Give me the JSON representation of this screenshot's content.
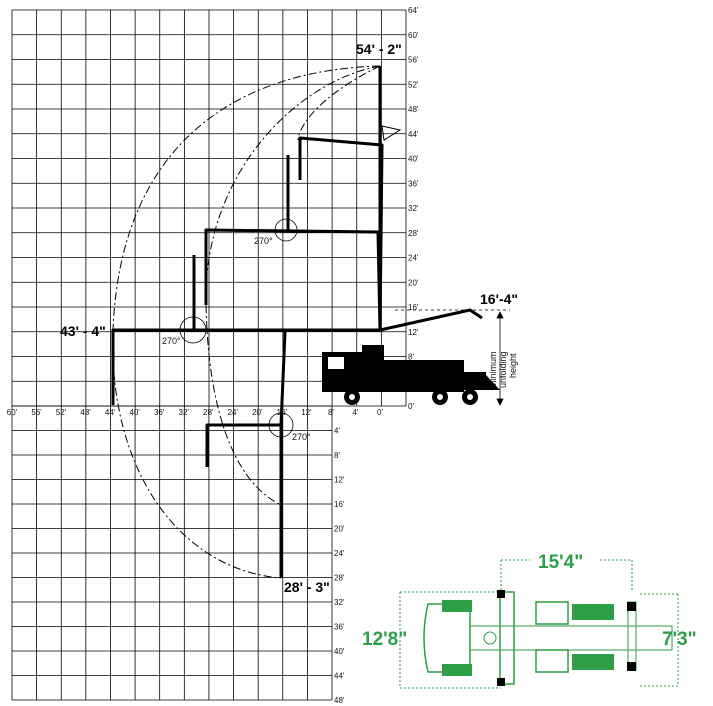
{
  "grid": {
    "y_labels_up": [
      "64'",
      "60'",
      "56'",
      "52'",
      "48'",
      "44'",
      "40'",
      "36'",
      "32'",
      "28'",
      "24'",
      "20'",
      "16'",
      "12'",
      "8'",
      "0'"
    ],
    "y_labels_down": [
      "4'",
      "8'",
      "12'",
      "16'",
      "20'",
      "24'",
      "28'",
      "32'",
      "36'",
      "40'",
      "44'",
      "48'"
    ],
    "x_labels": [
      "60'",
      "56'",
      "52'",
      "48'",
      "44'",
      "40'",
      "36'",
      "32'",
      "28'",
      "24'",
      "20'",
      "16'",
      "12'",
      "8'",
      "4'",
      "0'"
    ]
  },
  "dimensions": {
    "max_height": "54' - 2\"",
    "max_reach": "43' - 4\"",
    "max_depth": "28' - 3\"",
    "unfold_height": "16'-4\""
  },
  "annotations": {
    "angle_1": "270°",
    "angle_2": "270°",
    "angle_3": "270°",
    "min_unfold_line1": "Minimum",
    "min_unfold_line2": "unfolding",
    "min_unfold_line3": "height"
  },
  "footprint": {
    "width_outrigger": "15'4\"",
    "front_width": "12'8\"",
    "rear_width": "7'3\""
  },
  "colors": {
    "accent_green": "#2e9e48",
    "line": "#000000"
  }
}
